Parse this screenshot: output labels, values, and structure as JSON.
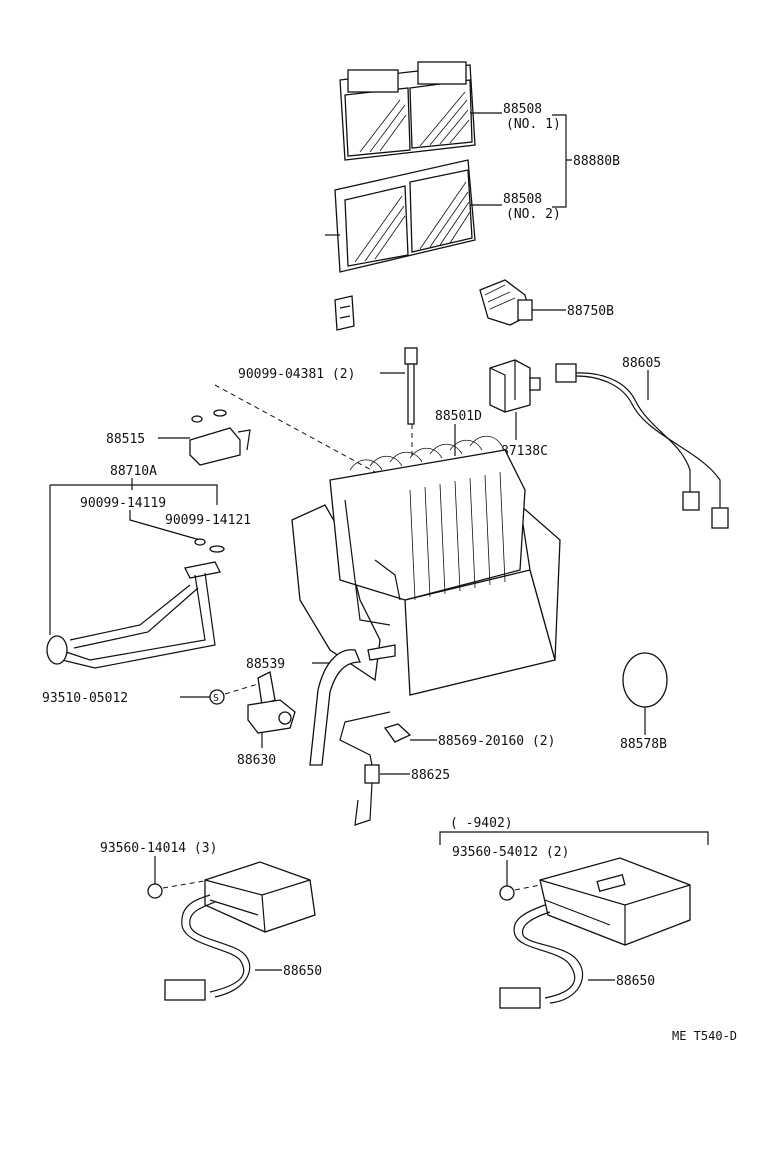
{
  "labels": {
    "filter_no1_part": "88508",
    "filter_no1_note": "(NO. 1)",
    "filter_no2_part": "88508",
    "filter_no2_note": "(NO. 2)",
    "filter_set": "88880B",
    "amplifier": "88750B",
    "bolt": "90099-04381 (2)",
    "wire_harness": "88605",
    "evaporator": "88501D",
    "relay": "87138C",
    "expansion_valve": "88515",
    "tube_assy": "88710A",
    "oring_1": "90099-14119",
    "oring_2": "90099-14121",
    "drain_hose": "88539",
    "screw": "93510-05012",
    "thermistor": "88630",
    "clip": "88569-20160 (2)",
    "thermo_sensor": "88625",
    "grommet": "88578B",
    "screw_left": "93560-14014 (3)",
    "screw_right": "93560-54012 (2)",
    "date_range": "(      -9402)",
    "amp_left": "88650",
    "amp_right": "88650",
    "screw_symbol": "S",
    "diagram_code": "ME T540-D"
  }
}
